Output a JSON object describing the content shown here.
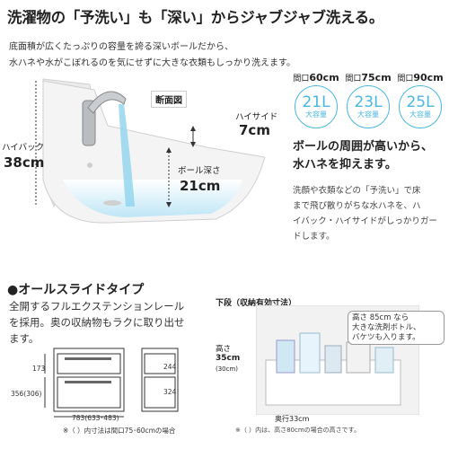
{
  "headline": "洗濯物の「予洗い」も「深い」からジャブジャブ洗える。",
  "intro": [
    "底面積が広くたっぷりの容量を誇る深いボールだから、",
    "水ハネや水がこぼれるのを気にせずに大きな衣類もしっかり洗えます。"
  ],
  "diagram": {
    "section_tag": "断面図",
    "high_side_label": "ハイサイド",
    "high_side_value": "7cm",
    "high_back_label": "ハイバック",
    "high_back_value": "38cm",
    "depth_label": "ボール深さ",
    "depth_value": "21cm"
  },
  "capacities": [
    {
      "prefix": "間口",
      "width": "60cm",
      "liters": "21L",
      "label": "大容量"
    },
    {
      "prefix": "間口",
      "width": "75cm",
      "liters": "23L",
      "label": "大容量"
    },
    {
      "prefix": "間口",
      "width": "90cm",
      "liters": "25L",
      "label": "大容量"
    }
  ],
  "feature": {
    "title": [
      "ボールの周囲が高いから、",
      "水ハネを抑えます。"
    ],
    "body": [
      "洗顔や衣類などの「予洗い」で床",
      "まで飛び散りがちな水ハネを、ハ",
      "イバック・ハイサイドがしっかりガー",
      "ドします。"
    ]
  },
  "slide": {
    "title": "●オールスライドタイプ",
    "desc": [
      "全開するフルエクステンションレール",
      "を採用。奥の収納物もラクに取り出せ",
      "ます。"
    ],
    "dim_173": "173",
    "dim_356": "356(306)",
    "dim_244": "244",
    "dim_324": "324",
    "dim_width": "783(633･483)",
    "note": "※（ ）内寸法は間口75･60cmの場合"
  },
  "lower": {
    "title": "下段（収納有効寸法）",
    "callout": [
      "高さ 85cm なら",
      "大きな洗剤ボトル、",
      "バケツも入ります。"
    ],
    "height_label": "高さ",
    "height_value": "35cm",
    "height_sub": "(30cm)",
    "depth_text": "奥行33cm",
    "note": "※（ ）内は、高さ80cmの場合の高さです。"
  },
  "colors": {
    "accent": "#4ab6e2",
    "water": "#8fd3ee"
  }
}
